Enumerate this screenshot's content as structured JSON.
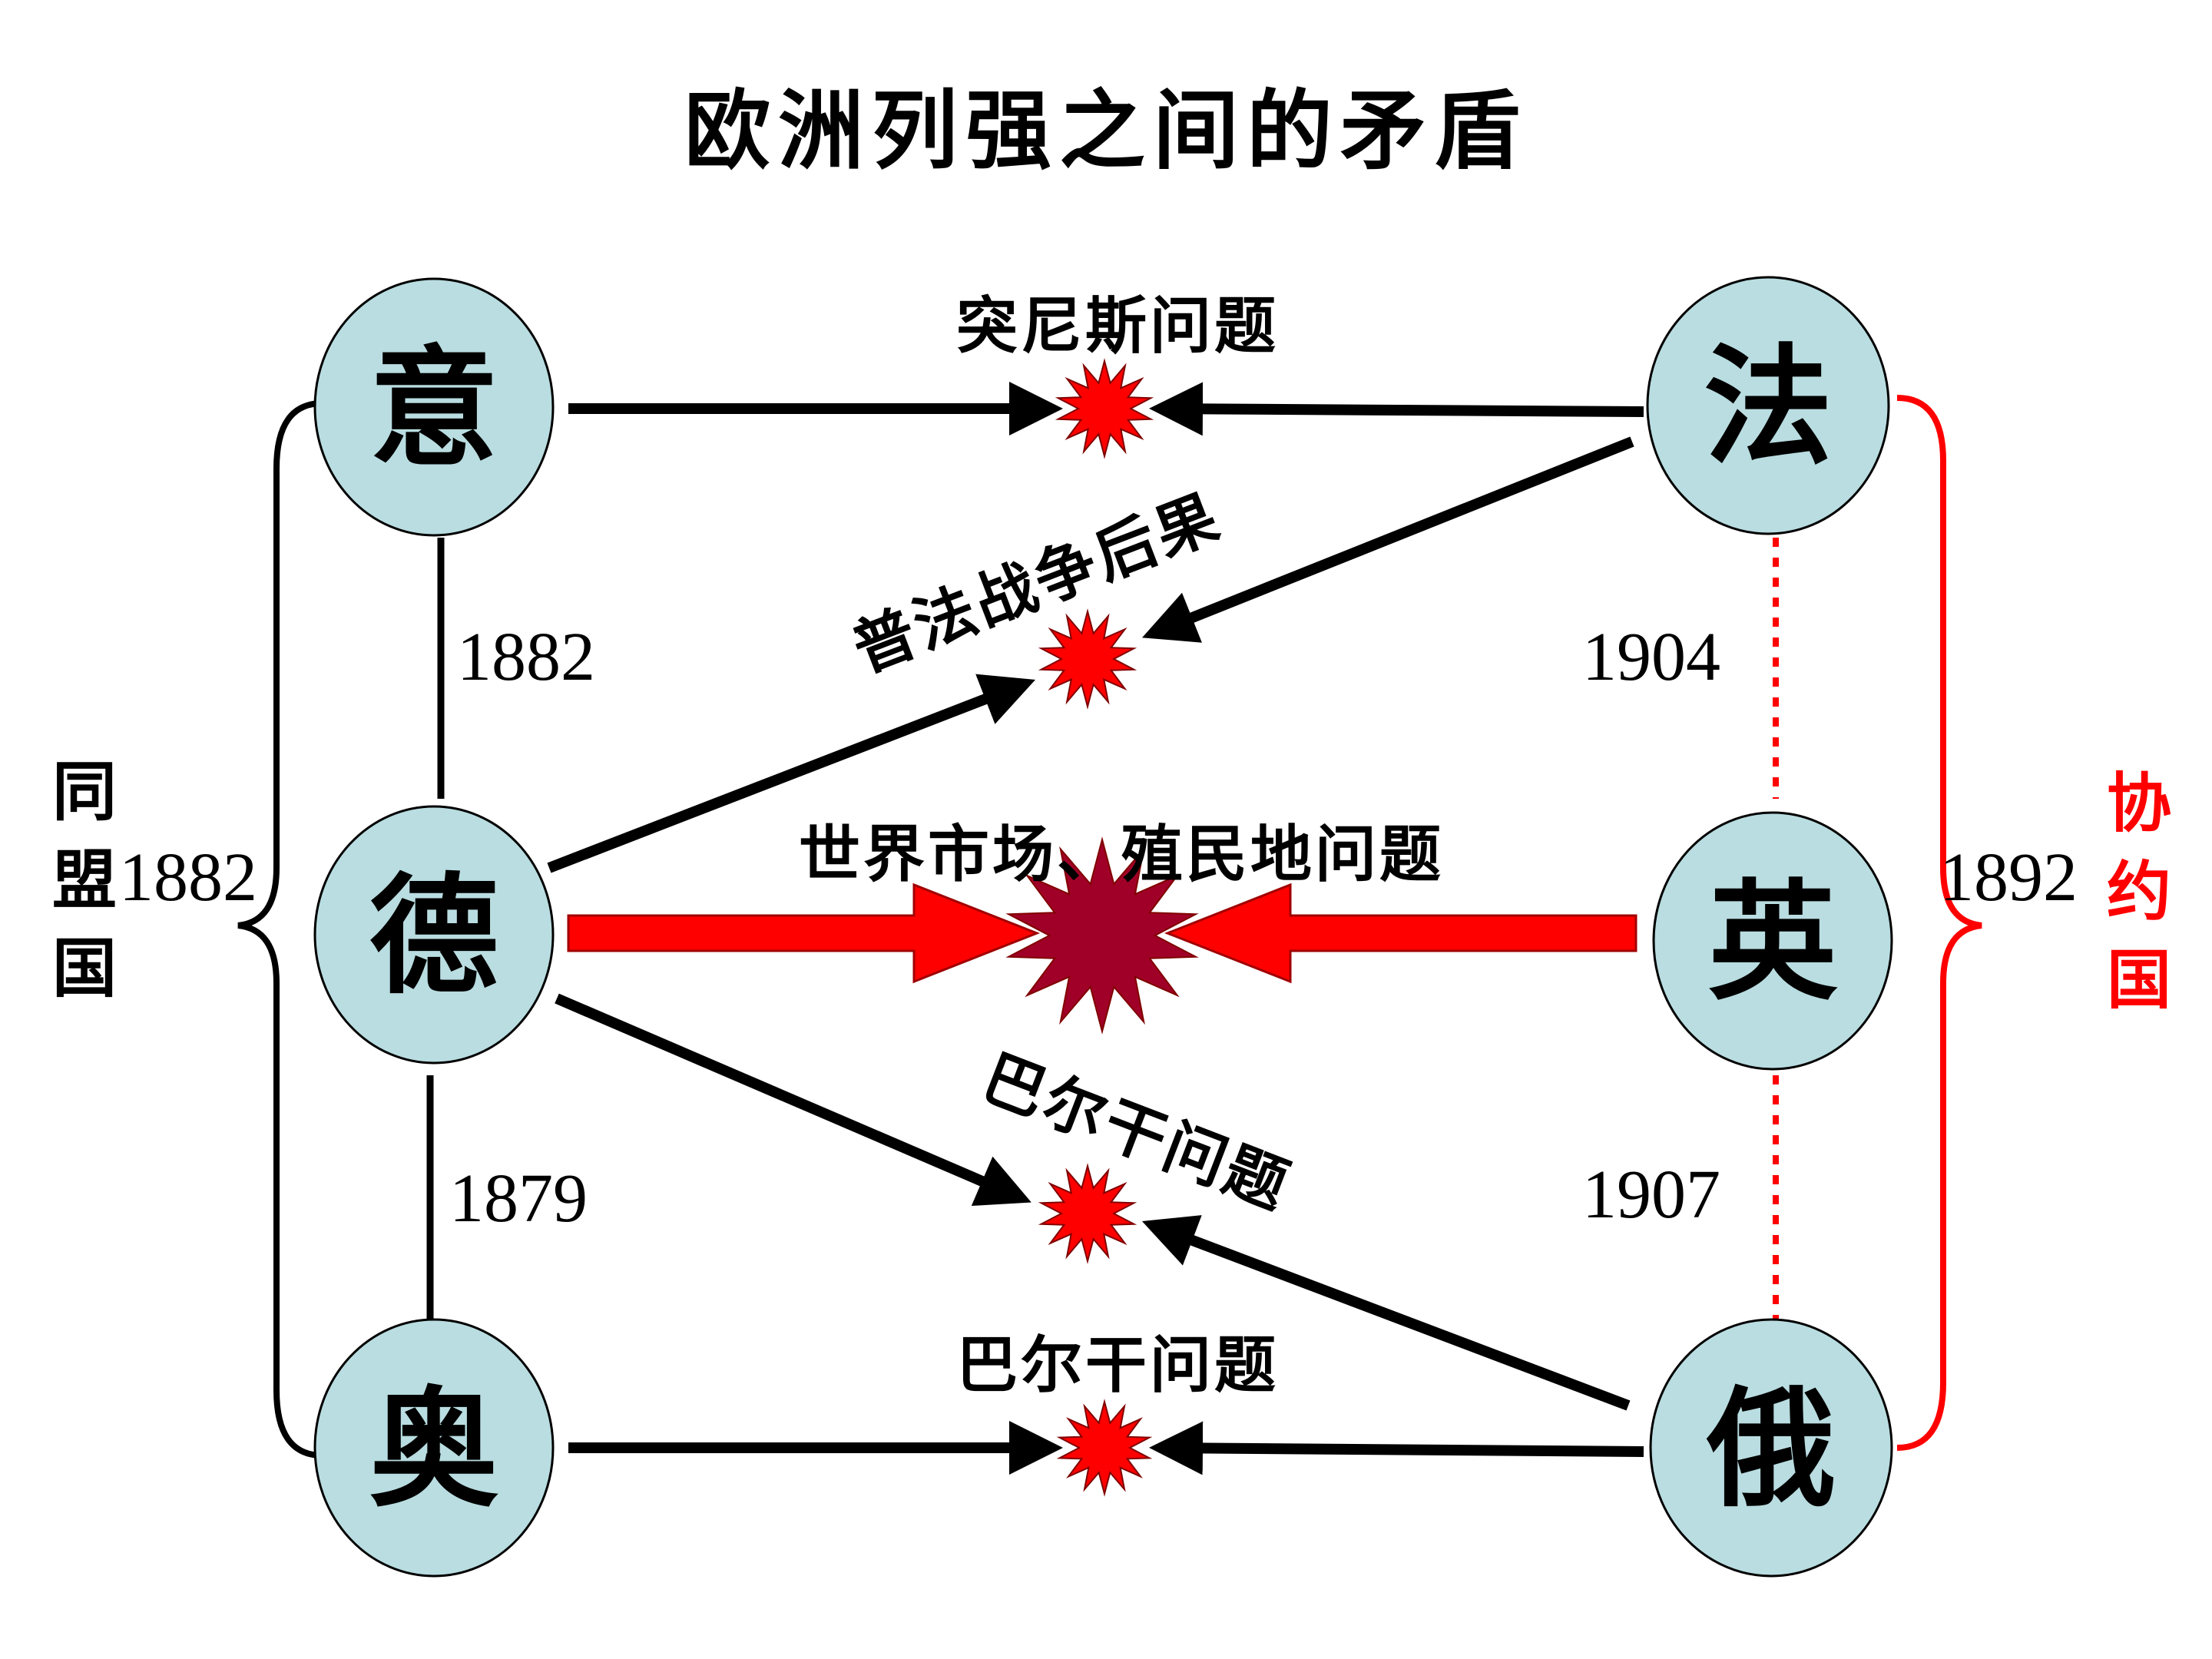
{
  "title": "欧洲列强之间的矛盾",
  "colors": {
    "node_fill": "#b9dde1",
    "conflict_red": "#ff0000",
    "conflict_dark": "#a00028",
    "entente_red": "#ff0000",
    "line_black": "#000000"
  },
  "countries": {
    "italy": "意",
    "germany": "德",
    "austria": "奥",
    "france": "法",
    "britain": "英",
    "russia": "俄"
  },
  "years": {
    "italy_germany": "1882",
    "germany_austria": "1879",
    "triple_alliance": "1882",
    "france_britain": "1904",
    "britain_russia": "1907",
    "triple_entente": "1892"
  },
  "issues": {
    "tunisia": "突尼斯问题",
    "franco_prussian": "普法战争后果",
    "world_market": "世界市场、殖民地问题",
    "balkan_upper": "巴尔干问题",
    "balkan_lower": "巴尔干问题"
  },
  "groups": {
    "alliance": "同盟国",
    "entente": "协约国"
  }
}
